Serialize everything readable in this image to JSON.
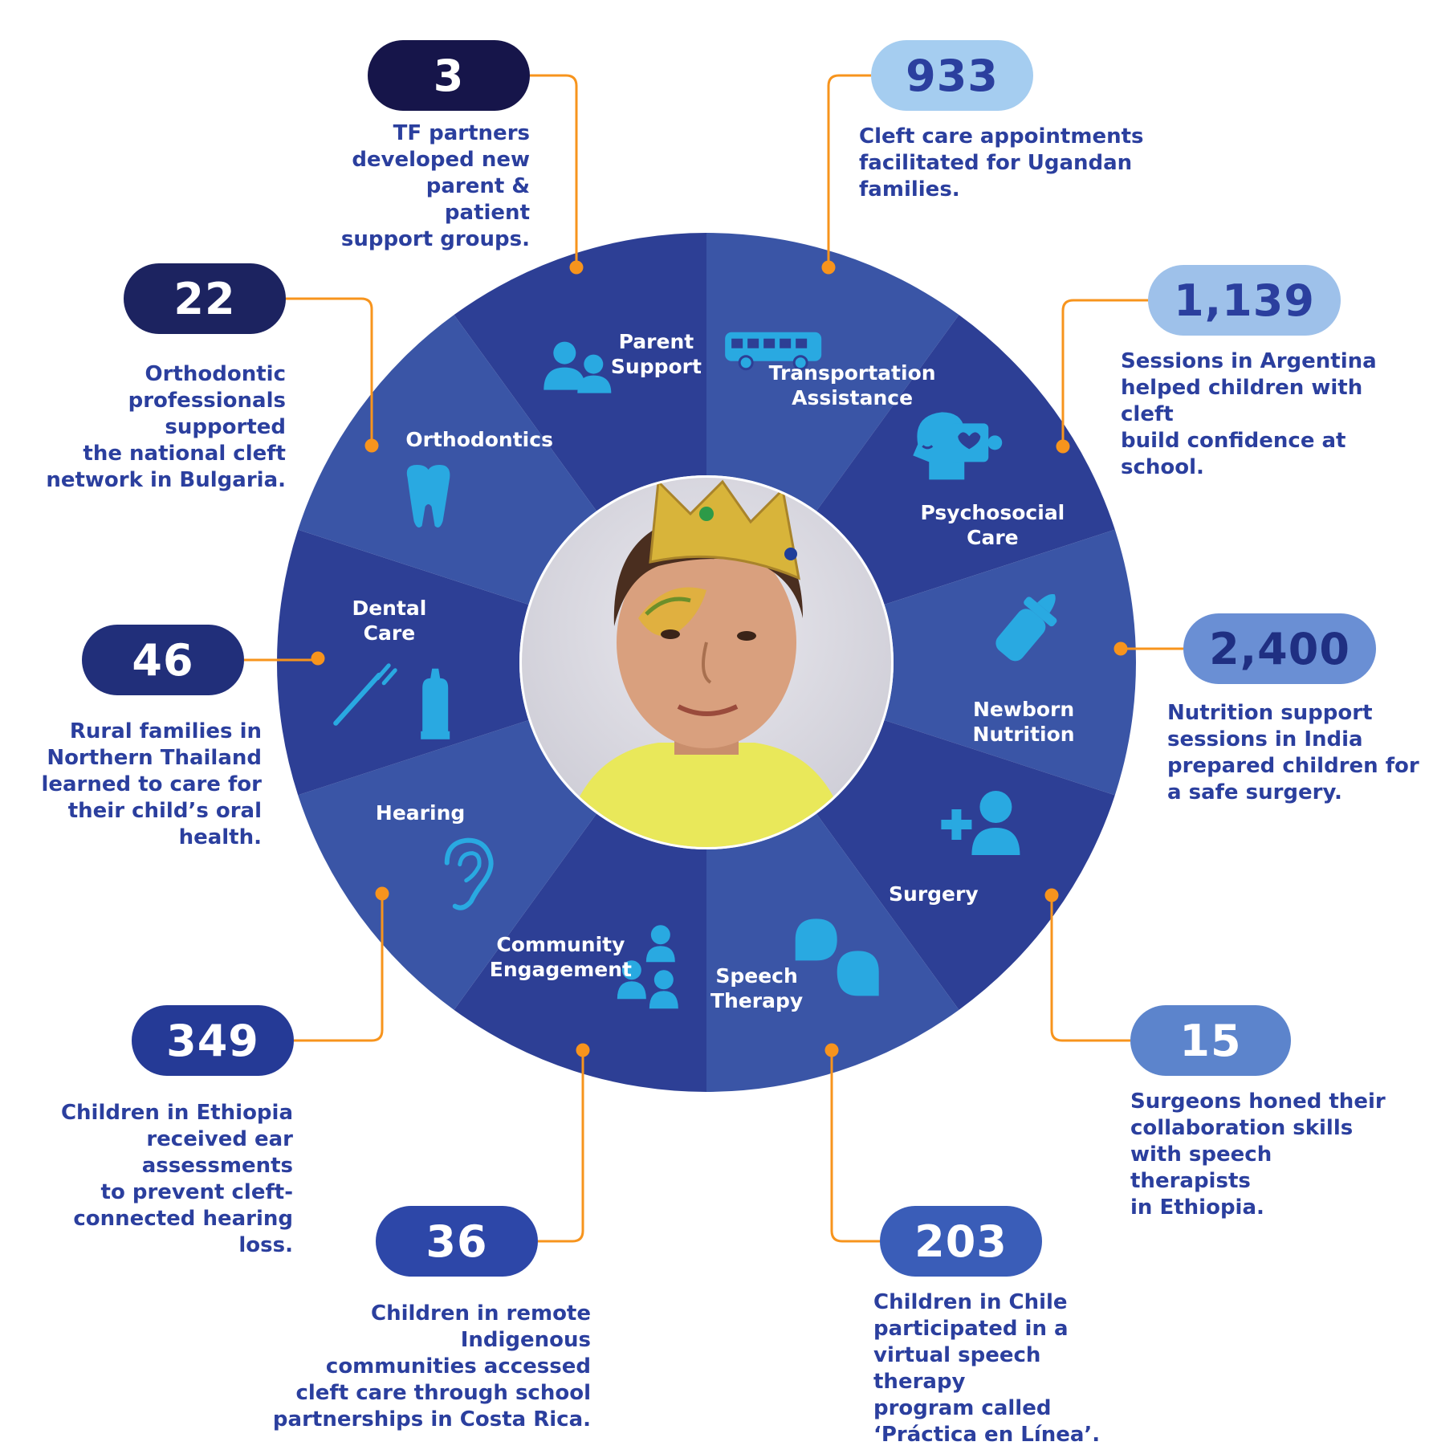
{
  "colors": {
    "ring_dark": "#2d3f95",
    "ring_light": "#3a55a6",
    "icon": "#29a9e1",
    "connector": "#f7941d",
    "text": "#2b3f9e"
  },
  "segments": [
    {
      "label_1": "Parent",
      "label_2": "Support",
      "icon": "people-icon"
    },
    {
      "label_1": "Transportation",
      "label_2": "Assistance",
      "icon": "bus-icon"
    },
    {
      "label_1": "Psychosocial",
      "label_2": "Care",
      "icon": "mind-puzzle-icon"
    },
    {
      "label_1": "Newborn",
      "label_2": "Nutrition",
      "icon": "baby-bottle-icon"
    },
    {
      "label_1": "Surgery",
      "label_2": "",
      "icon": "medical-person-icon"
    },
    {
      "label_1": "Speech",
      "label_2": "Therapy",
      "icon": "speech-bubbles-icon"
    },
    {
      "label_1": "Community",
      "label_2": "Engagement",
      "icon": "group-icon"
    },
    {
      "label_1": "Hearing",
      "label_2": "",
      "icon": "ear-icon"
    },
    {
      "label_1": "Dental",
      "label_2": "Care",
      "icon": "toothbrush-icon"
    },
    {
      "label_1": "Orthodontics",
      "label_2": "",
      "icon": "tooth-icon"
    }
  ],
  "stats": [
    {
      "value": "3",
      "lines": [
        "TF partners",
        "developed new",
        "parent & patient",
        "support groups."
      ],
      "pill_color": "#16154a",
      "text_color": "#ffffff"
    },
    {
      "value": "933",
      "lines": [
        "Cleft care appointments",
        "facilitated for Ugandan",
        "families."
      ],
      "pill_color": "#a5cdf0",
      "text_color": "#2b3f9e"
    },
    {
      "value": "1,139",
      "lines": [
        "Sessions in Argentina",
        "helped children with cleft",
        "build confidence at school."
      ],
      "pill_color": "#9ec1ea",
      "text_color": "#2b3f9e"
    },
    {
      "value": "2,400",
      "lines": [
        "Nutrition support",
        "sessions in India",
        "prepared children for",
        "a safe surgery."
      ],
      "pill_color": "#6a8fd4",
      "text_color": "#1f2f82"
    },
    {
      "value": "15",
      "lines": [
        "Surgeons honed their",
        "collaboration skills",
        "with speech therapists",
        "in Ethiopia."
      ],
      "pill_color": "#5c84cc",
      "text_color": "#ffffff"
    },
    {
      "value": "203",
      "lines": [
        "Children in Chile",
        "participated in a",
        "virtual speech therapy",
        "program called",
        "‘Práctica en Línea’."
      ],
      "pill_color": "#3a5db8",
      "text_color": "#ffffff"
    },
    {
      "value": "36",
      "lines": [
        "Children in remote Indigenous",
        "communities accessed",
        "cleft care through school",
        "partnerships in Costa Rica."
      ],
      "pill_color": "#2d47a8",
      "text_color": "#ffffff"
    },
    {
      "value": "349",
      "lines": [
        "Children in Ethiopia",
        "received ear assessments",
        "to prevent cleft-",
        "connected hearing loss."
      ],
      "pill_color": "#253a96",
      "text_color": "#ffffff"
    },
    {
      "value": "46",
      "lines": [
        "Rural families in",
        "Northern Thailand",
        "learned to care for",
        "their child’s oral health."
      ],
      "pill_color": "#212f7a",
      "text_color": "#ffffff"
    },
    {
      "value": "22",
      "lines": [
        "Orthodontic",
        "professionals supported",
        "the national cleft",
        "network in Bulgaria."
      ],
      "pill_color": "#1c2360",
      "text_color": "#ffffff"
    }
  ],
  "center_photo": "child-wearing-crown-photo"
}
